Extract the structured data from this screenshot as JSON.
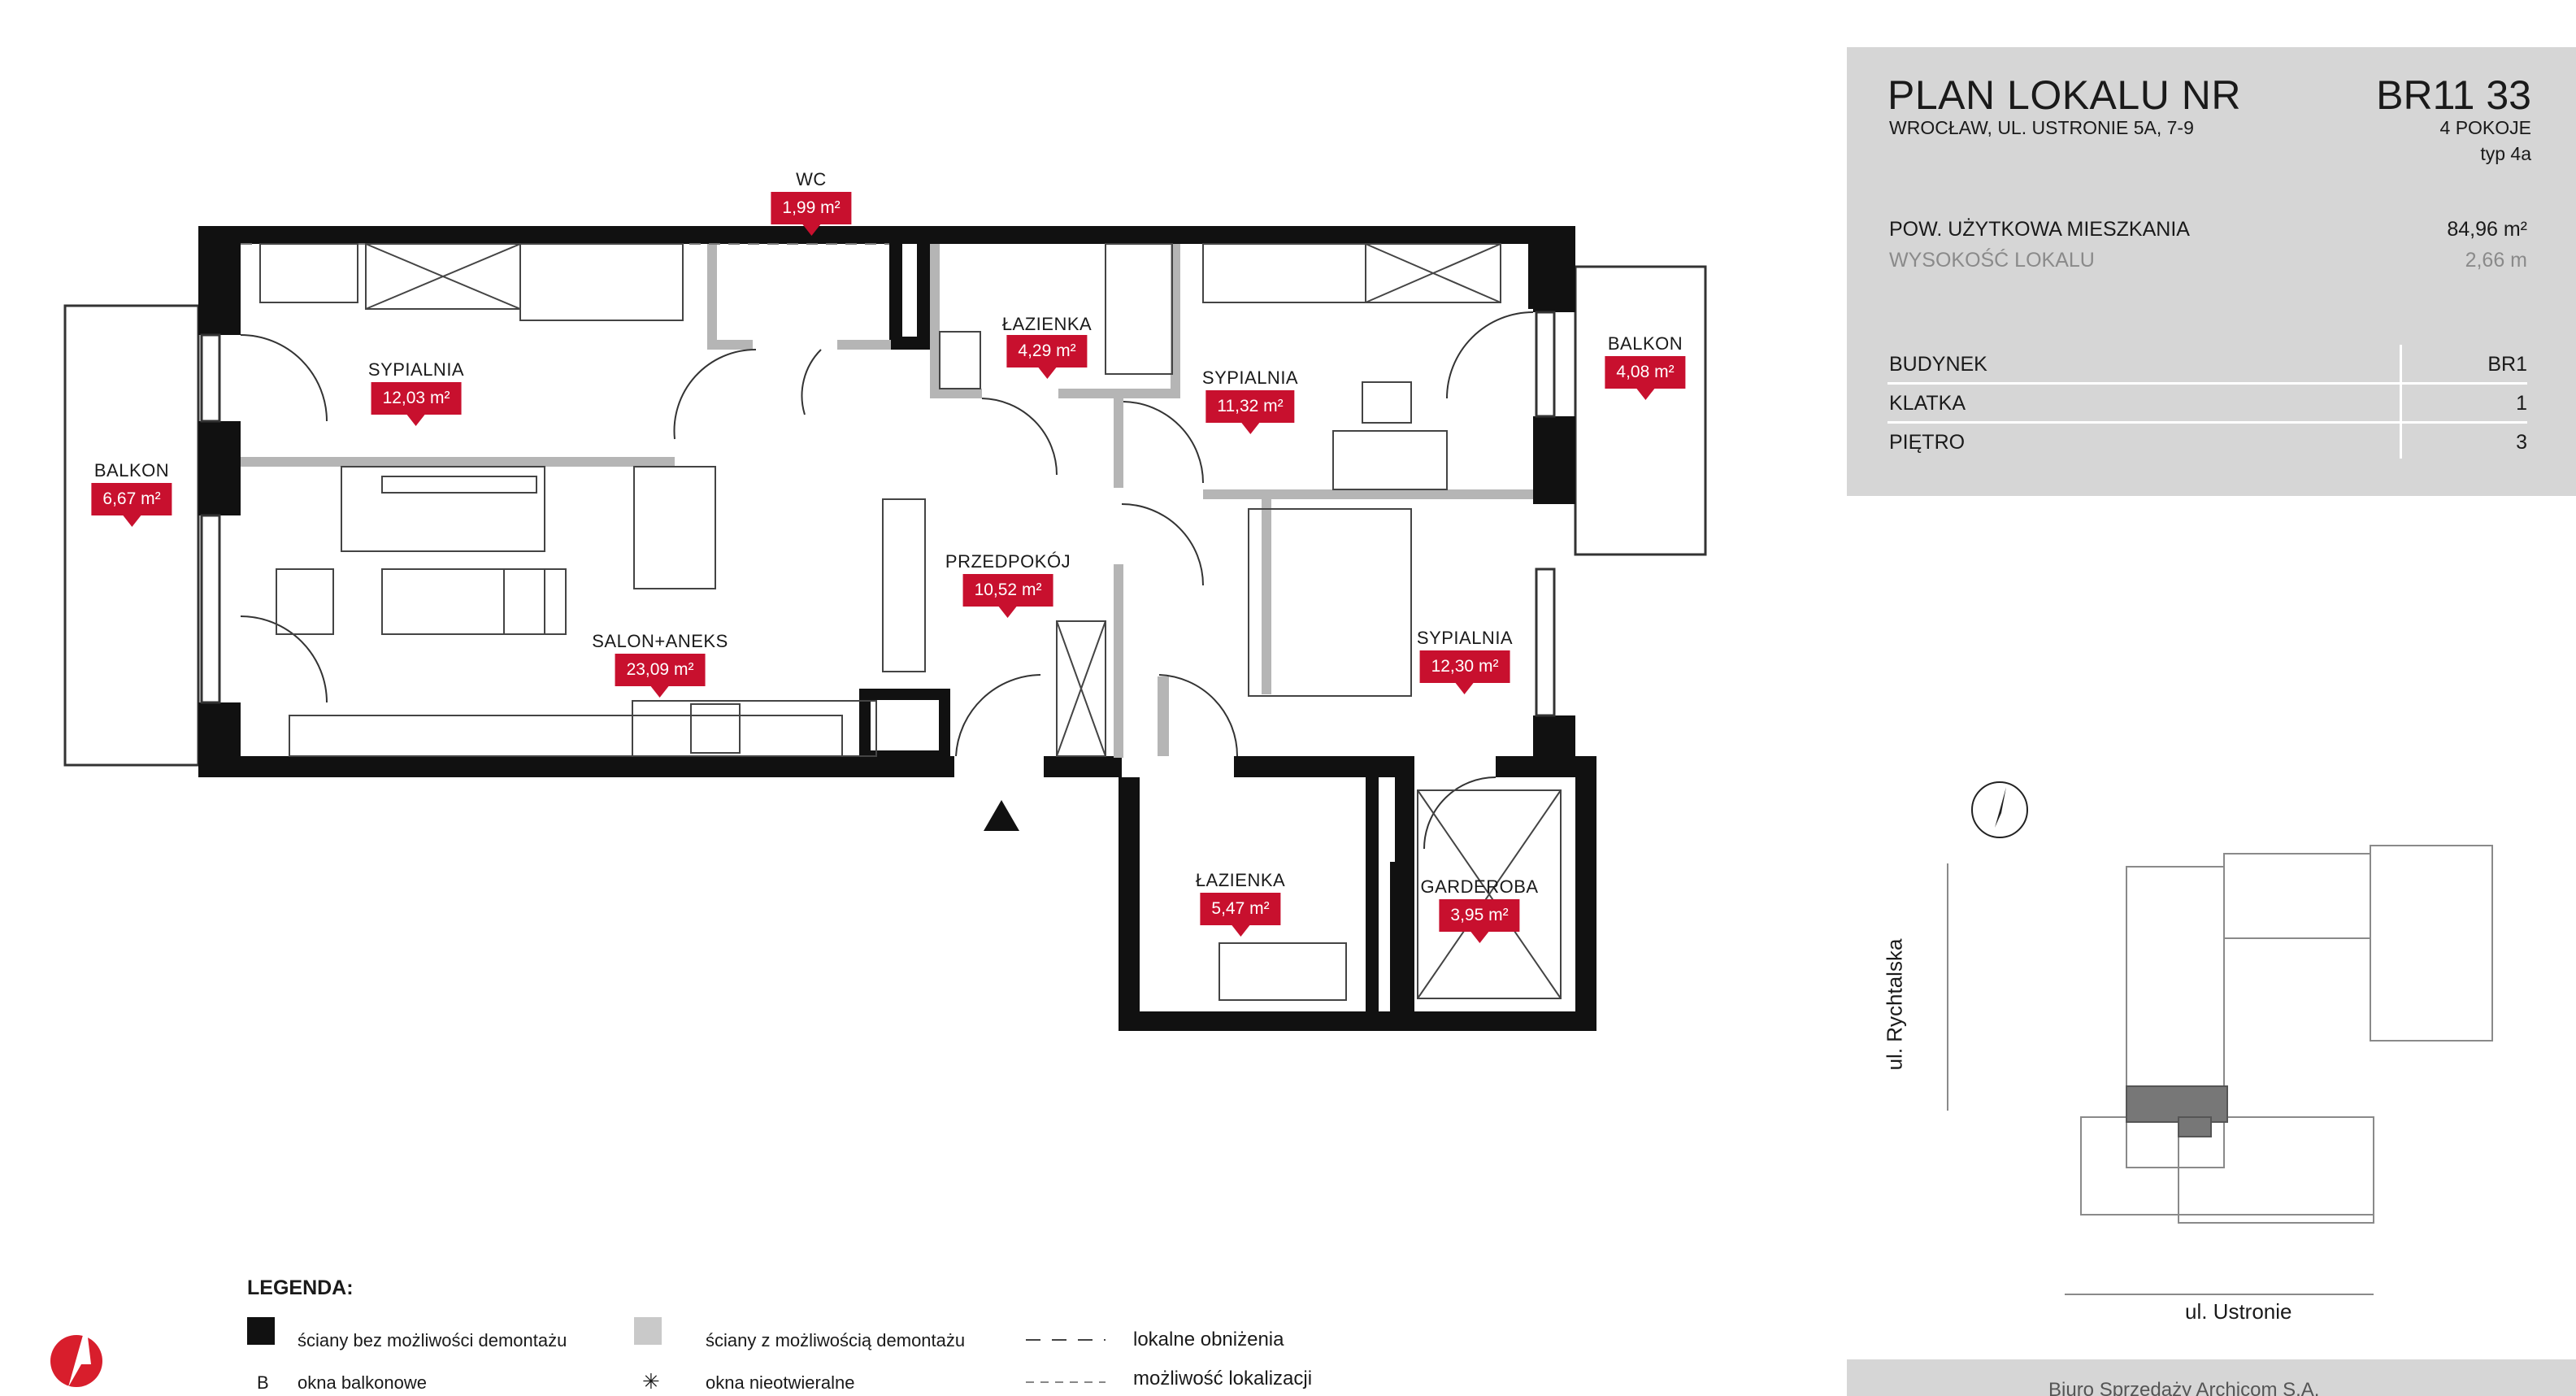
{
  "header": {
    "title": "PLAN LOKALU NR",
    "unit_code": "BR11 33",
    "address": "WROCŁAW, UL. USTRONIE 5A, 7-9",
    "rooms_count": "4 POKOJE",
    "type": "typ 4a"
  },
  "stats": {
    "area_label": "POW. UŻYTKOWA MIESZKANIA",
    "area_value": "84,96 m²",
    "height_label": "WYSOKOŚĆ LOKALU",
    "height_value": "2,66 m",
    "building_label": "BUDYNEK",
    "building_value": "BR1",
    "staircase_label": "KLATKA",
    "staircase_value": "1",
    "floor_label": "PIĘTRO",
    "floor_value": "3"
  },
  "rooms": {
    "wc": {
      "name": "WC",
      "area": "1,99 m²"
    },
    "bathroom1": {
      "name": "ŁAZIENKA",
      "area": "4,29 m²"
    },
    "bedroom1": {
      "name": "SYPIALNIA",
      "area": "12,03 m²"
    },
    "bedroom2": {
      "name": "SYPIALNIA",
      "area": "11,32 m²"
    },
    "balcony_right": {
      "name": "BALKON",
      "area": "4,08 m²"
    },
    "balcony_left": {
      "name": "BALKON",
      "area": "6,67 m²"
    },
    "hall": {
      "name": "PRZEDPOKÓJ",
      "area": "10,52 m²"
    },
    "living": {
      "name": "SALON+ANEKS",
      "area": "23,09 m²"
    },
    "bedroom3": {
      "name": "SYPIALNIA",
      "area": "12,30 m²"
    },
    "bathroom2": {
      "name": "ŁAZIENKA",
      "area": "5,47 m²"
    },
    "wardrobe": {
      "name": "GARDEROBA",
      "area": "3,95 m²"
    }
  },
  "legend": {
    "title": "LEGENDA:",
    "walls_fixed": "ściany bez możliwości demontażu",
    "walls_removable": "ściany z możliwością demontażu",
    "lowered": "lokalne obniżenia",
    "window_symbol": "B",
    "windows_balcony": "okna balkonowe",
    "fixed_symbol": "✳",
    "windows_fixed": "okna nieotwieralne",
    "possible_location": "możliwość lokalizacji"
  },
  "site": {
    "street_west": "ul. Rychtalska",
    "street_south": "ul. Ustronie"
  },
  "footer": {
    "text": "Biuro Sprzedaży Archicom S.A."
  },
  "colors": {
    "accent": "#c8102e",
    "wall": "#111111",
    "removable_wall": "#b5b5b5",
    "panel": "#d6d6d6"
  },
  "icons": [
    "north-arrow-icon",
    "compass-icon",
    "entrance-triangle-icon"
  ]
}
